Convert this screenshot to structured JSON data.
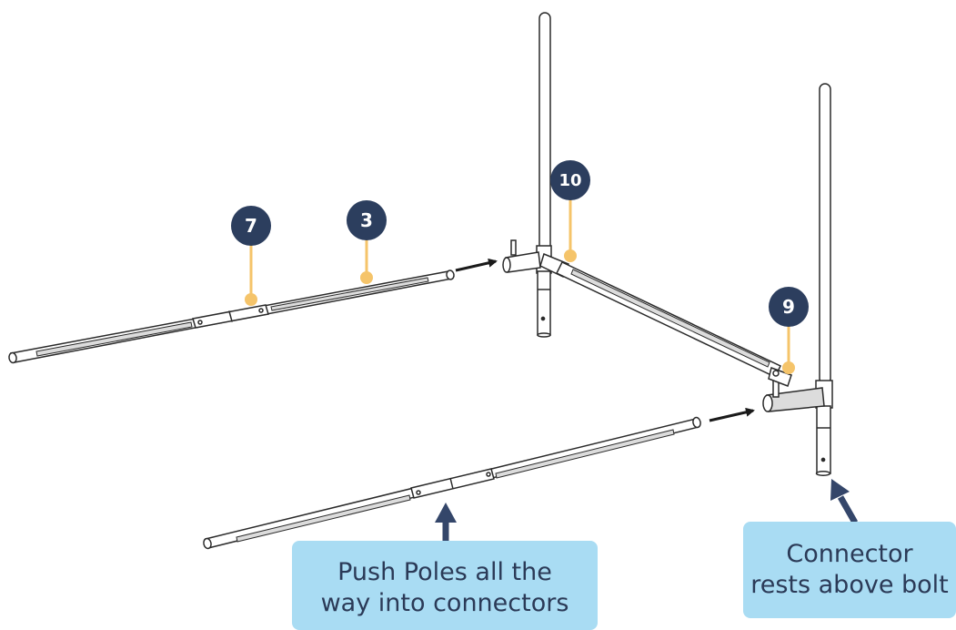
{
  "badges": {
    "b7": "7",
    "b3": "3",
    "b10": "10",
    "b9": "9"
  },
  "callouts": {
    "left_line1": "Push Poles all the",
    "left_line2": "way into connectors",
    "right_line1": "Connector",
    "right_line2": "rests above bolt"
  },
  "colors": {
    "badge": "#2c3e5e",
    "leader": "#f5c46a",
    "callout_bg": "#a9dcf3",
    "callout_text": "#2b3a57",
    "arrow": "#1a1a1a",
    "callout_arrow": "#34466a",
    "pole_outline": "#2a2a2a",
    "pole_fill": "#ffffff",
    "pole_shade": "#dcdcdc"
  }
}
